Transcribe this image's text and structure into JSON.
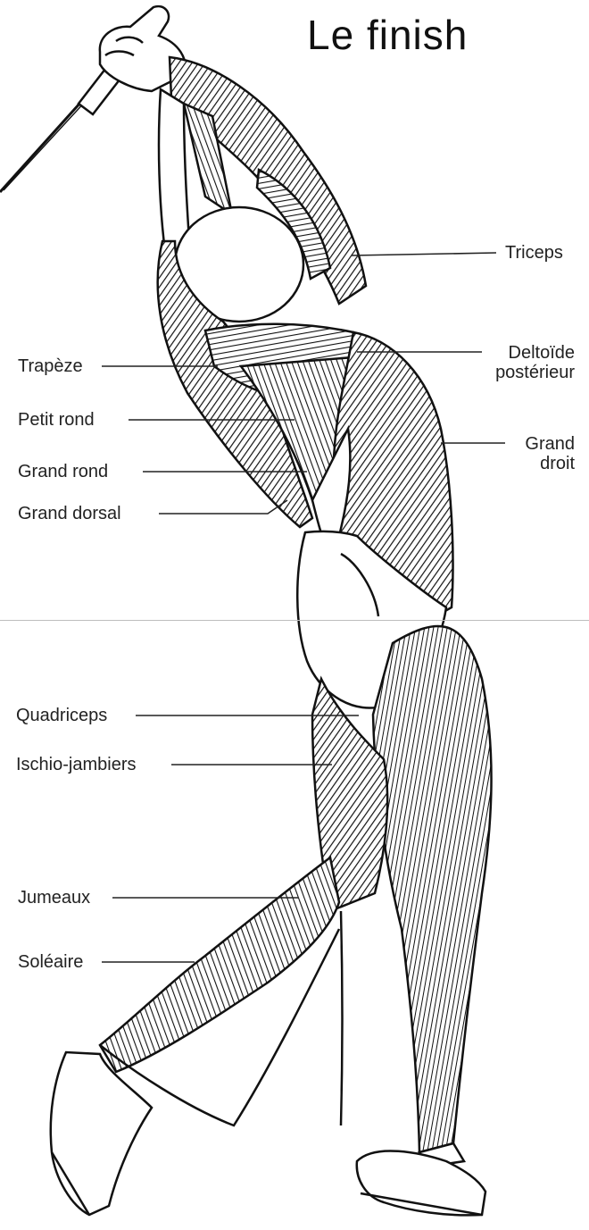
{
  "title": "Le finish",
  "labels": {
    "triceps": "Triceps",
    "deltoide": [
      "Deltoïde",
      "postérieur"
    ],
    "grand_droit": [
      "Grand",
      "droit"
    ],
    "trapeze": "Trapèze",
    "petit_rond": "Petit rond",
    "grand_rond": "Grand rond",
    "grand_dorsal": "Grand dorsal",
    "quadriceps": "Quadriceps",
    "ischio": "Ischio-jambiers",
    "jumeaux": "Jumeaux",
    "soleaire": "Soléaire"
  }
}
